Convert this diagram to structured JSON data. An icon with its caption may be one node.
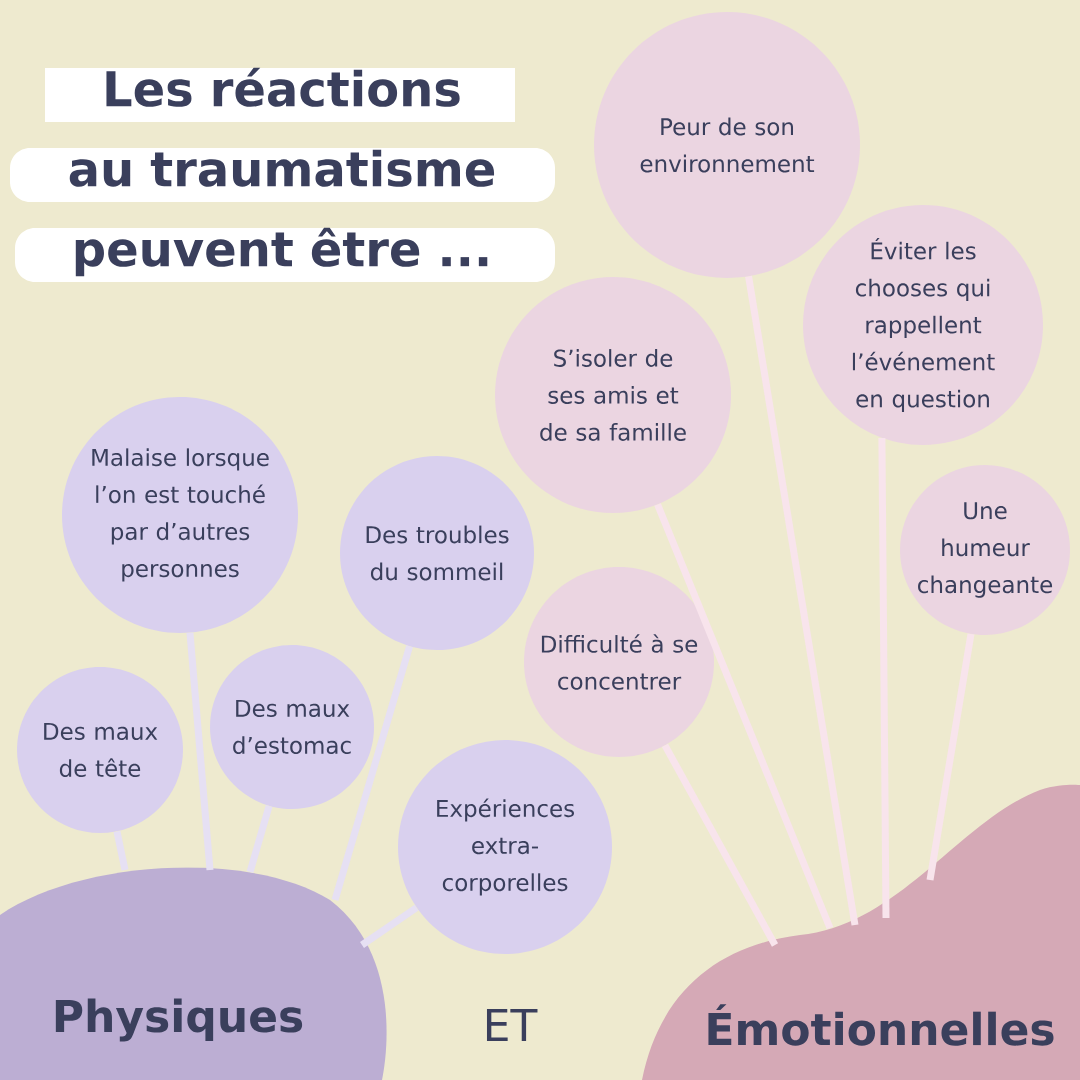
{
  "diagram": {
    "title": "Les réactions au traumatisme peuvent être ...",
    "nodes": [
      {
        "text": [
          "Physiques"
        ]
      },
      {
        "text": [
          "Émotionnelles"
        ]
      },
      {
        "text": [
          "Malaise lorsque l’on est touché par d’autres personnes"
        ]
      },
      {
        "text": [
          "Des troubles du sommeil"
        ]
      },
      {
        "text": [
          "Des maux de tête"
        ]
      },
      {
        "text": [
          "Des maux d’estomac"
        ]
      },
      {
        "text": [
          "Expériences extra-corporelles"
        ]
      },
      {
        "text": [
          "Peur de son environnement"
        ]
      },
      {
        "text": [
          "Éviter les chooses qui rappellent l’événement en question"
        ]
      },
      {
        "text": [
          "S’isoler de ses amis et de sa famille"
        ]
      },
      {
        "text": [
          "Une humeur changeante"
        ]
      },
      {
        "text": [
          "Difficulté à se concentrer"
        ]
      }
    ],
    "edges": [
      {
        "from": 4,
        "to": 0,
        "arrow": "none"
      },
      {
        "from": 2,
        "to": 0,
        "arrow": "none"
      },
      {
        "from": 5,
        "to": 0,
        "arrow": "none"
      },
      {
        "from": 3,
        "to": 0,
        "arrow": "none"
      },
      {
        "from": 6,
        "to": 0,
        "arrow": "none"
      },
      {
        "from": 11,
        "to": 1,
        "arrow": "none",
        "color": "#f8e4ec"
      },
      {
        "from": 9,
        "to": 1,
        "arrow": "none",
        "color": "#f8e4ec"
      },
      {
        "from": 7,
        "to": 1,
        "arrow": "none",
        "color": "#f8e4ec"
      },
      {
        "from": 8,
        "to": 1,
        "arrow": "none",
        "color": "#f8e4ec"
      },
      {
        "from": 10,
        "to": 1,
        "arrow": "none",
        "color": "#f8e4ec"
      }
    ],
    "labels": [
      "ET"
    ]
  }
}
